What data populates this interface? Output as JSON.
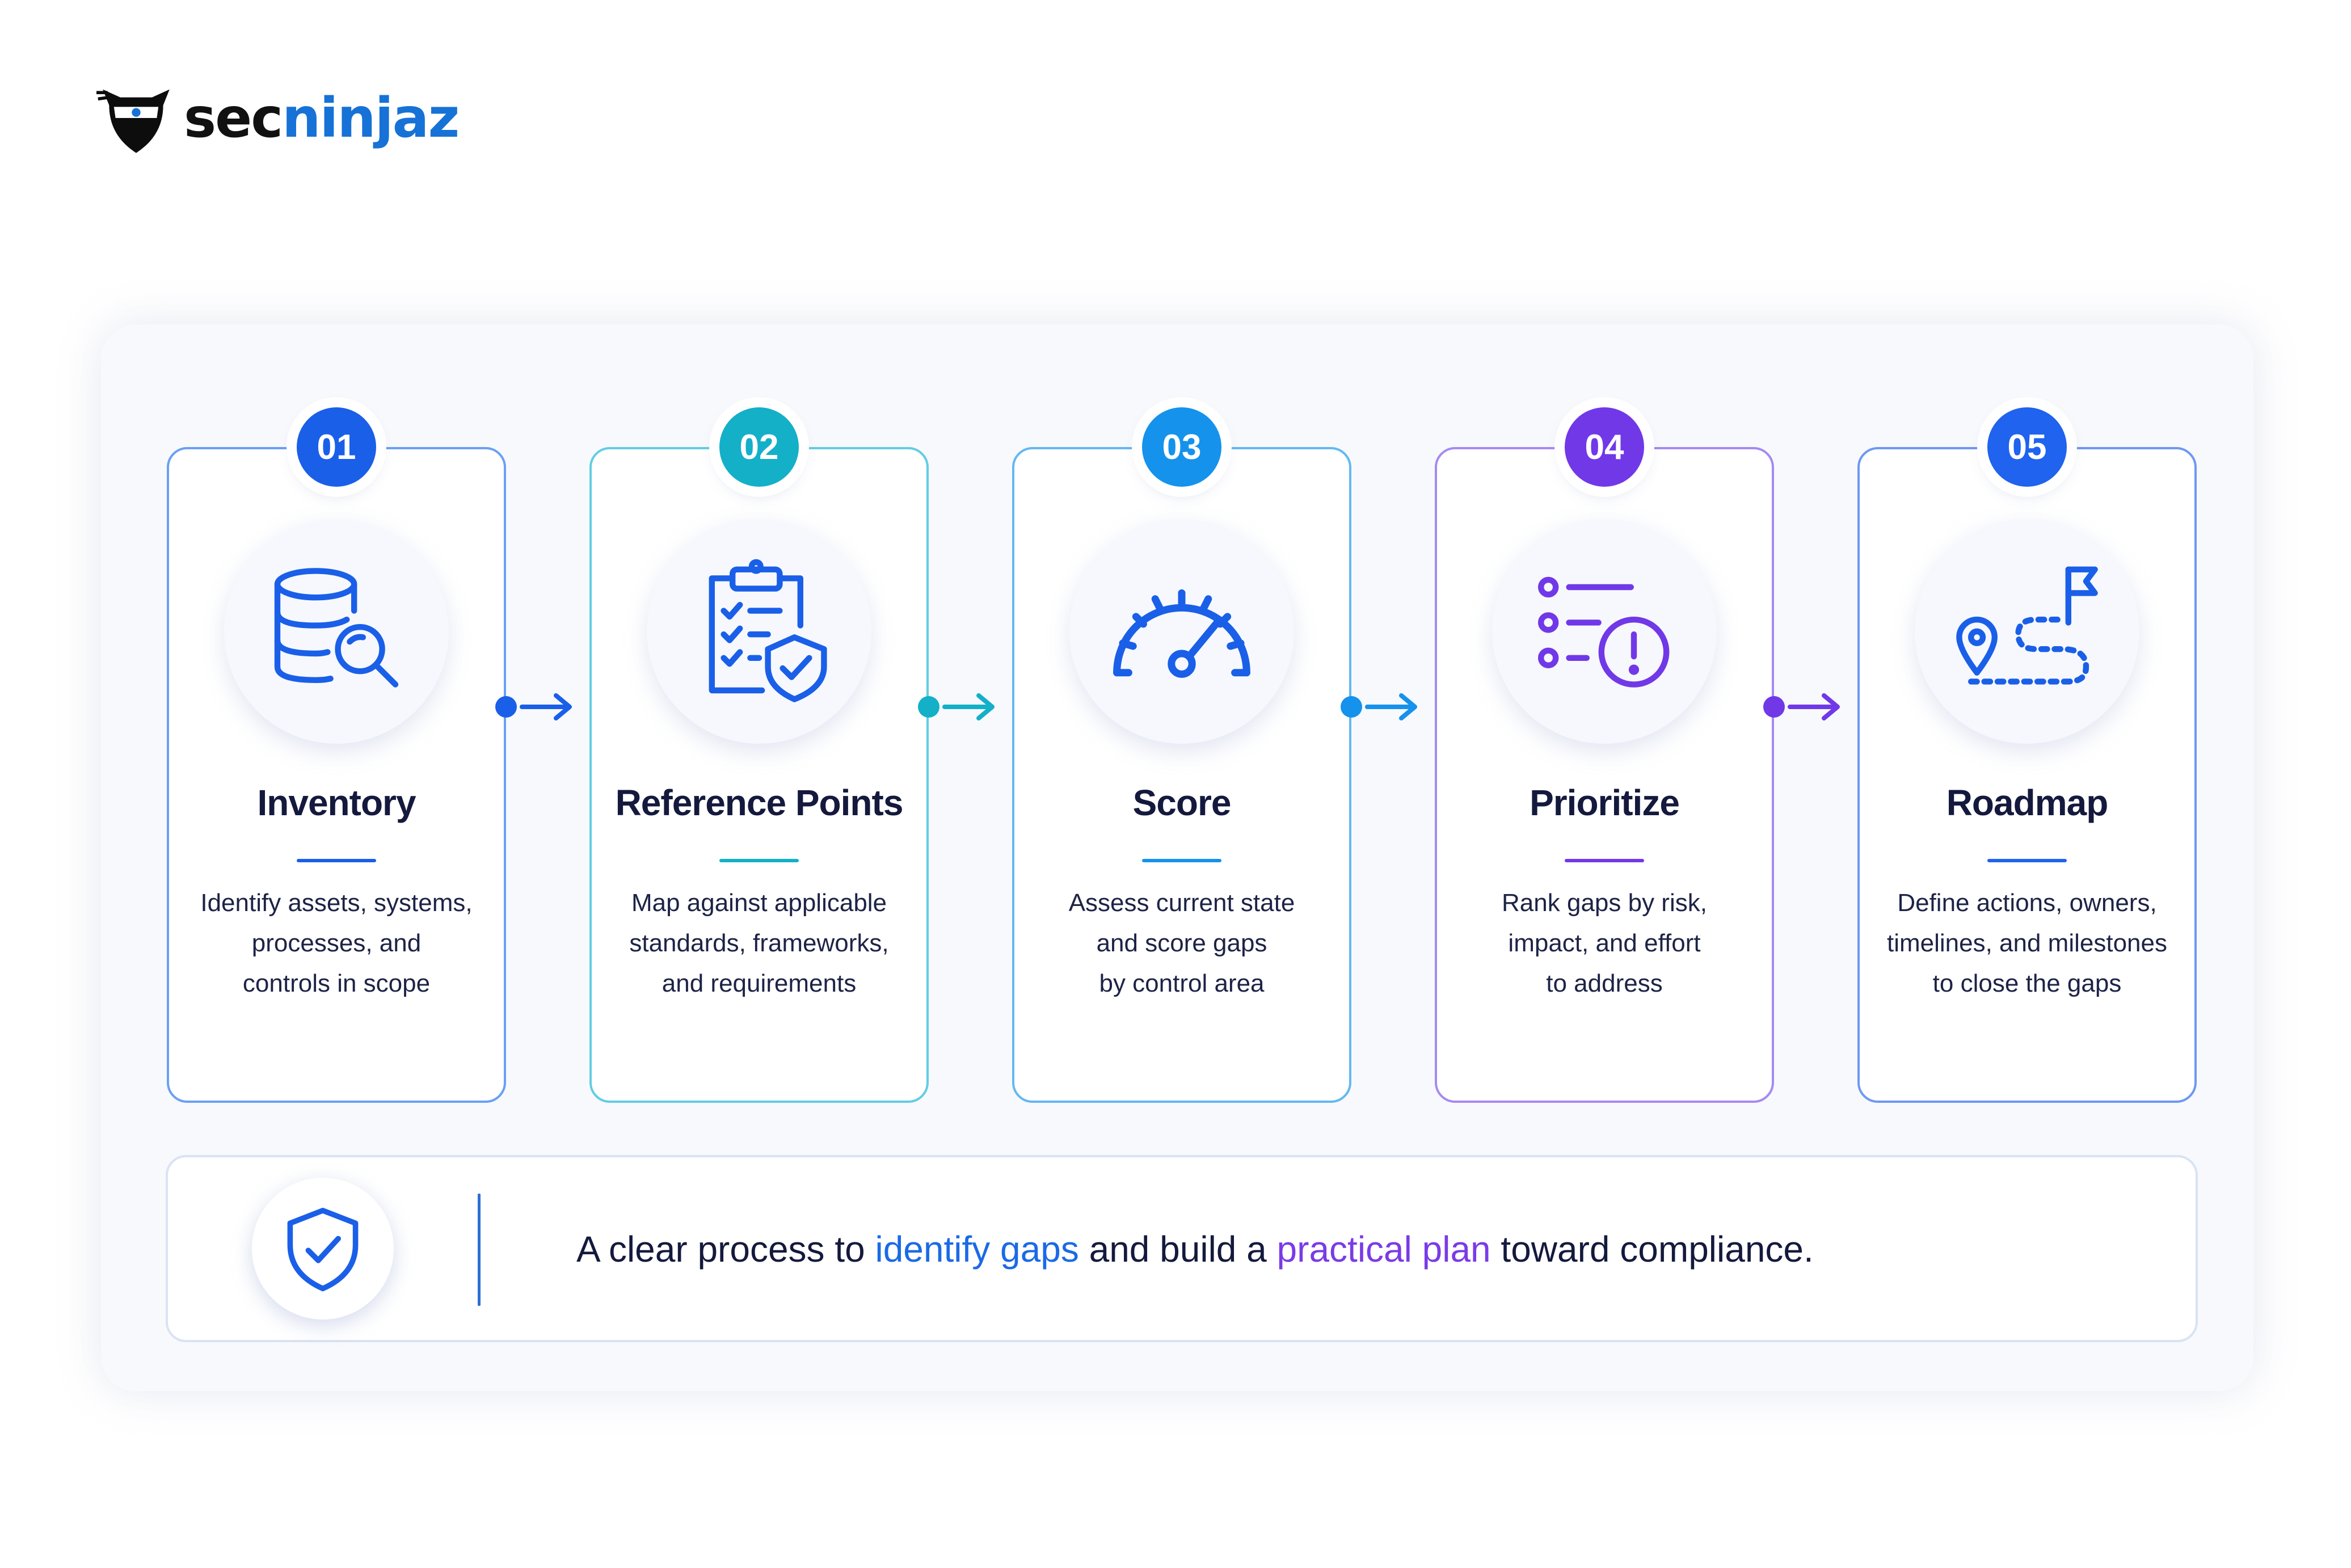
{
  "brand": {
    "name_part1": "sec",
    "name_part2": "ninjaz"
  },
  "steps": [
    {
      "number": "01",
      "title": "Inventory",
      "description": "Identify assets, systems,\nprocesses, and\ncontrols in scope",
      "icon": "database-search-icon",
      "color": "#1a5fe8"
    },
    {
      "number": "02",
      "title": "Reference Points",
      "description": "Map against applicable\nstandards, frameworks,\nand requirements",
      "icon": "clipboard-shield-icon",
      "color": "#13b0c8"
    },
    {
      "number": "03",
      "title": "Score",
      "description": "Assess current state\nand score gaps\nby control area",
      "icon": "speedometer-icon",
      "color": "#1592ec"
    },
    {
      "number": "04",
      "title": "Prioritize",
      "description": "Rank gaps by risk,\nimpact, and effort\nto address",
      "icon": "priority-list-alert-icon",
      "color": "#7138e8"
    },
    {
      "number": "05",
      "title": "Roadmap",
      "description": "Define actions, owners,\ntimelines, and milestones\nto close the gaps",
      "icon": "roadmap-flag-icon",
      "color": "#1f63ee"
    }
  ],
  "footer": {
    "icon": "shield-check-icon",
    "text_before": "A clear process to ",
    "highlight1": "identify gaps",
    "text_middle": " and build a ",
    "highlight2": "practical plan",
    "text_after": " toward compliance."
  }
}
